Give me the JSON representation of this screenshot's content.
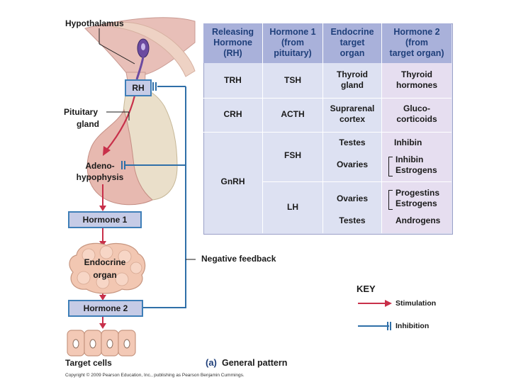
{
  "labels": {
    "hypothalamus": "Hypothalamus",
    "rh": "RH",
    "pituitary_1": "Pituitary",
    "pituitary_2": "gland",
    "adeno_1": "Adeno-",
    "adeno_2": "hypophysis",
    "hormone1": "Hormone 1",
    "endocrine_1": "Endocrine",
    "endocrine_2": "organ",
    "hormone2": "Hormone 2",
    "target_cells": "Target cells",
    "negative_feedback": "Negative feedback",
    "panel_letter": "(a)",
    "panel_title": "General pattern",
    "copyright": "Copyright © 2009 Pearson Education, Inc., publishing as Pearson Benjamin Cummings."
  },
  "key": {
    "title": "KEY",
    "stimulation": "Stimulation",
    "inhibition": "Inhibition",
    "stimulation_color": "#c8304a",
    "inhibition_color": "#2f6fa8"
  },
  "table": {
    "headers": [
      [
        "Releasing",
        "Hormone",
        "(RH)"
      ],
      [
        "Hormone 1",
        "(from",
        "pituitary)"
      ],
      [
        "Endocrine",
        "target",
        "organ"
      ],
      [
        "Hormone 2",
        "(from",
        "target organ)"
      ]
    ],
    "rows": {
      "r1": {
        "rh": "TRH",
        "h1": "TSH",
        "organ": [
          "Thyroid",
          "gland"
        ],
        "h2": [
          "Thyroid",
          "hormones"
        ]
      },
      "r2": {
        "rh": "CRH",
        "h1": "ACTH",
        "organ": [
          "Suprarenal",
          "cortex"
        ],
        "h2": [
          "Gluco-",
          "corticoids"
        ]
      },
      "gnrh": "GnRH",
      "fsh": {
        "h1": "FSH",
        "organ_a": "Testes",
        "organ_b": "Ovaries",
        "h2_a": "Inhibin",
        "h2_b": [
          "Inhibin",
          "Estrogens"
        ]
      },
      "lh": {
        "h1": "LH",
        "organ_a": "Ovaries",
        "organ_b": "Testes",
        "h2_a": [
          "Progestins",
          "Estrogens"
        ],
        "h2_b": "Androgens"
      }
    }
  },
  "colors": {
    "header_bg": "#a9b1da",
    "cell_bg": "#dde1f2",
    "col4_bg": "#e6def0",
    "box_fill": "#c6cbe6",
    "feedback_line": "#2f6fa8",
    "stimulation_line": "#c8304a"
  }
}
